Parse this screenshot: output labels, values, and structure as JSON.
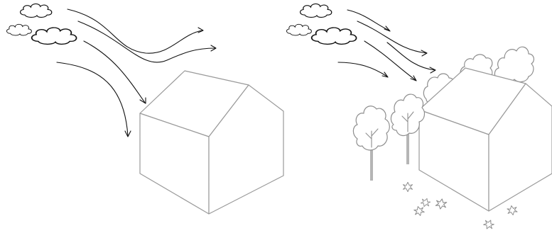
{
  "figure": {
    "panels": [
      {
        "id": "without-trees",
        "elements": [
          "clouds",
          "wind-arrows",
          "house"
        ]
      },
      {
        "id": "with-trees",
        "elements": [
          "clouds",
          "wind-arrows",
          "trees",
          "fallen-leaves",
          "house"
        ]
      }
    ],
    "colors": {
      "outline_dark": "#111111",
      "outline_gray": "#9a9a9a",
      "trunk_gray": "#b5b5b5",
      "background": "#ffffff"
    },
    "icons": [
      "cloud-icon",
      "arrow-icon",
      "house-icon",
      "tree-icon",
      "leaf-icon"
    ]
  }
}
